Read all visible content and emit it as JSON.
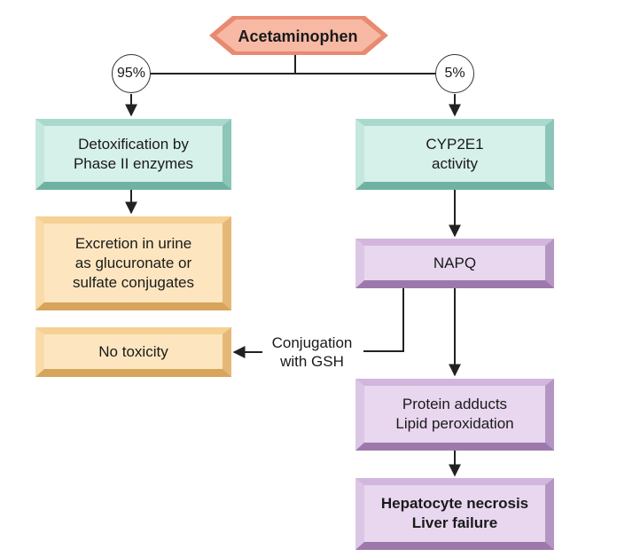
{
  "colors": {
    "teal": {
      "face": "#d6f0ea",
      "top": "#a9d9cd",
      "bottom": "#6fb2a2",
      "left": "#c4e7de",
      "right": "#8cc6b8"
    },
    "orange": {
      "face": "#fde6bf",
      "top": "#f6d193",
      "bottom": "#d7a45c",
      "left": "#f9dba9",
      "right": "#e6b877"
    },
    "purple": {
      "face": "#e8d7ef",
      "top": "#d2b6dd",
      "bottom": "#9d78ad",
      "left": "#dcc6e5",
      "right": "#b596c3"
    },
    "salmon": {
      "face": "#f7b9a4",
      "edge": "#e07d62"
    }
  },
  "start": {
    "label": "Acetaminophen"
  },
  "branches": {
    "left_percent": "95%",
    "right_percent": "5%"
  },
  "boxes": {
    "phase2": "Detoxification by\nPhase II enzymes",
    "excretion": "Excretion in urine\nas glucuronate or\nsulfate conjugates",
    "no_toxicity": "No toxicity",
    "cyp2e1": "CYP2E1\nactivity",
    "napq": "NAPQ",
    "adducts": "Protein adducts\nLipid peroxidation",
    "necrosis": "Hepatocyte necrosis\nLiver failure"
  },
  "conjugation_label": "Conjugation\nwith GSH"
}
